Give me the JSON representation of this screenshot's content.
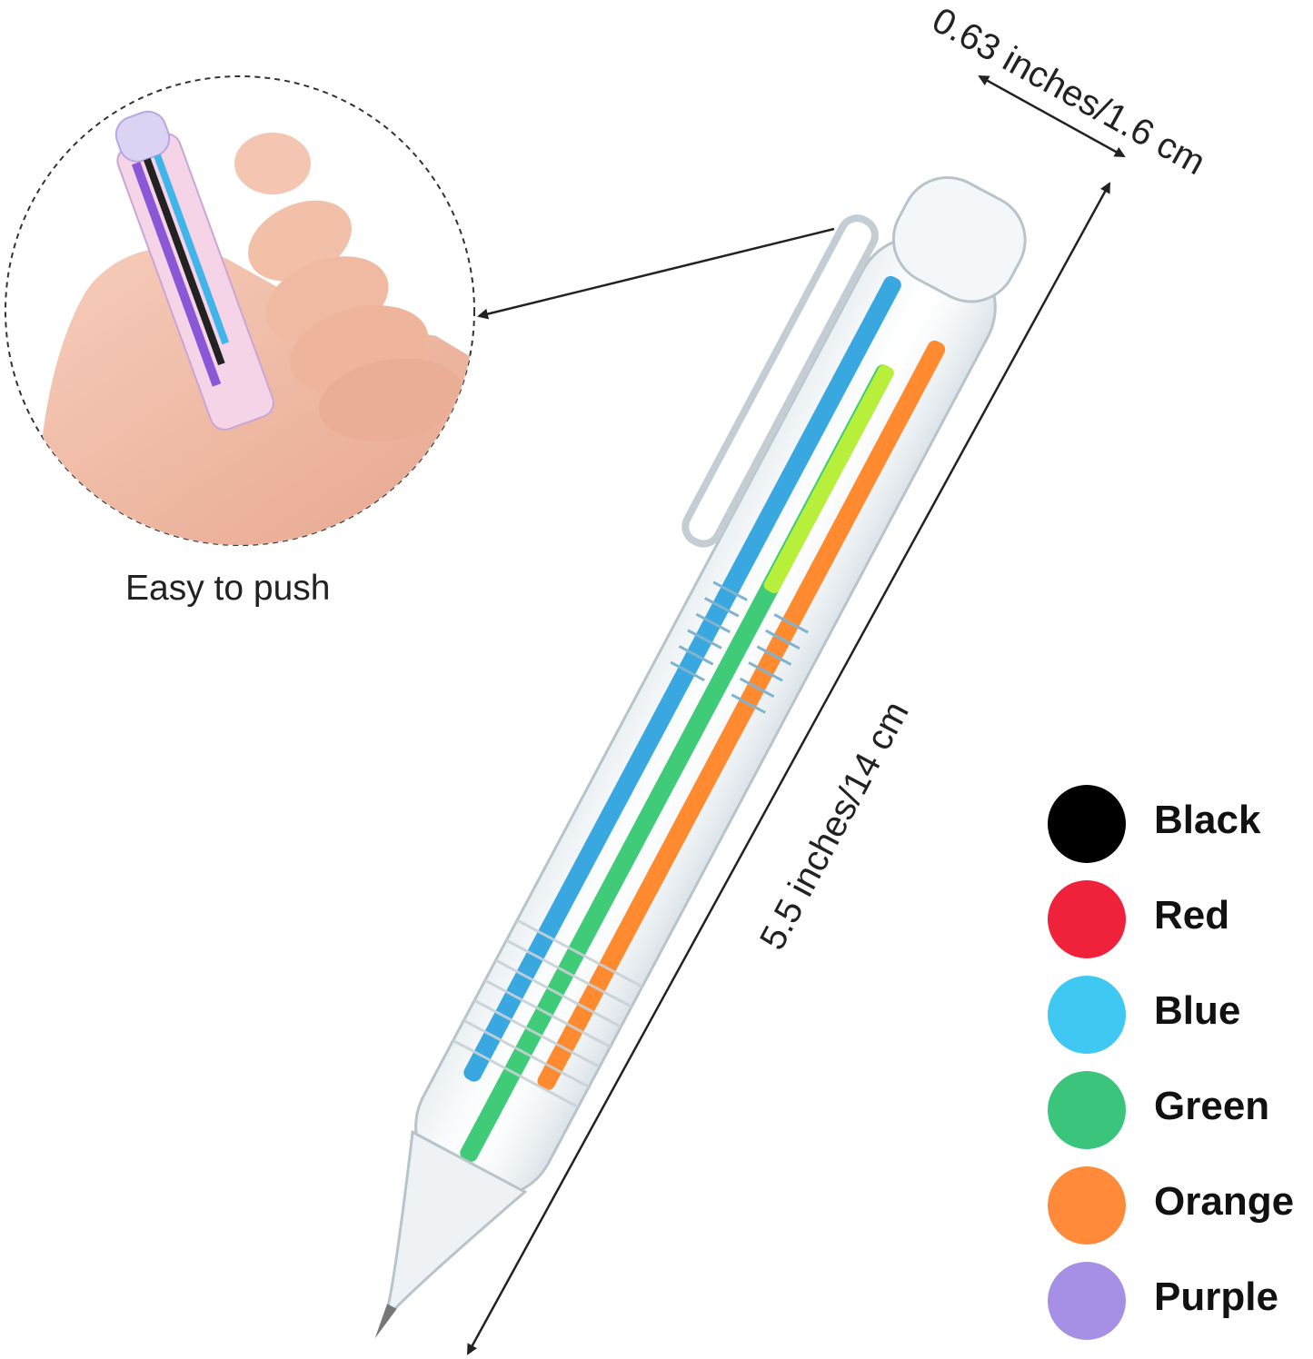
{
  "dimensions": {
    "width_label": "0.63 inches/1.6 cm",
    "length_label": "5.5 inches/14 cm"
  },
  "inset": {
    "caption": "Easy to push"
  },
  "legend": [
    {
      "label": "Black",
      "color": "#000000"
    },
    {
      "label": "Red",
      "color": "#f0213a"
    },
    {
      "label": "Blue",
      "color": "#3fc8f2"
    },
    {
      "label": "Green",
      "color": "#3bc57c"
    },
    {
      "label": "Orange",
      "color": "#ff8a3a"
    },
    {
      "label": "Purple",
      "color": "#a690e6"
    }
  ],
  "pen_colors": {
    "blue": "#3aa8e0",
    "green": "#3fcb78",
    "orange": "#ff8a30",
    "lime": "#b8ef3a"
  }
}
